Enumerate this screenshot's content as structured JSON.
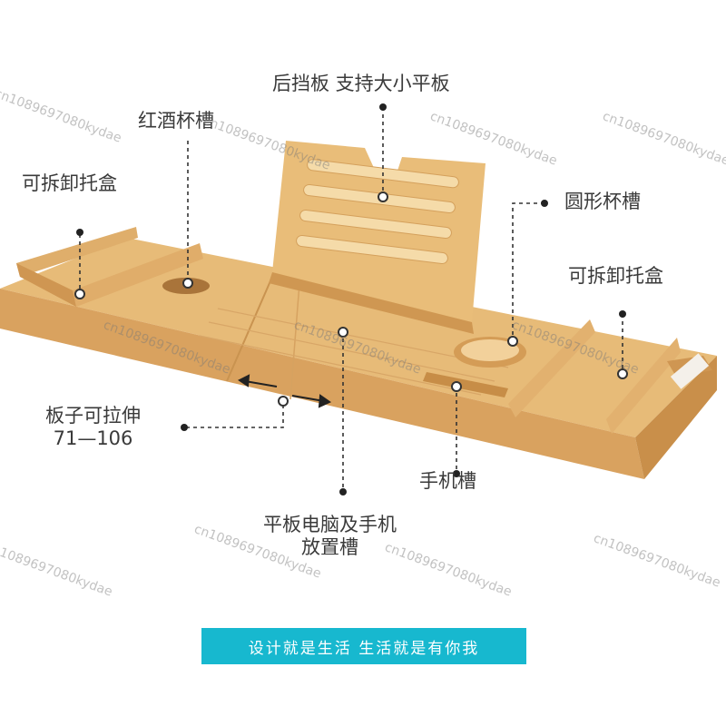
{
  "labels": {
    "back_panel": "后挡板 支持大小平板",
    "wine_glass_slot": "红酒杯槽",
    "removable_tray_left": "可拆卸托盒",
    "round_cup_slot": "圆形杯槽",
    "removable_tray_right": "可拆卸托盒",
    "extendable_line1": "板子可拉伸",
    "extendable_line2": "71—106",
    "phone_slot": "手机槽",
    "tablet_slot_line1": "平板电脑及手机",
    "tablet_slot_line2": "放置槽"
  },
  "banner": {
    "text": "设计就是生活  生活就是有你我"
  },
  "watermark": "cn1089697080kydae",
  "colors": {
    "bamboo_light": "#e9bf7c",
    "bamboo_mid": "#dba866",
    "bamboo_dark": "#c48b44",
    "banner_bg": "#17b8cf",
    "label_text": "#3a3a3a"
  }
}
